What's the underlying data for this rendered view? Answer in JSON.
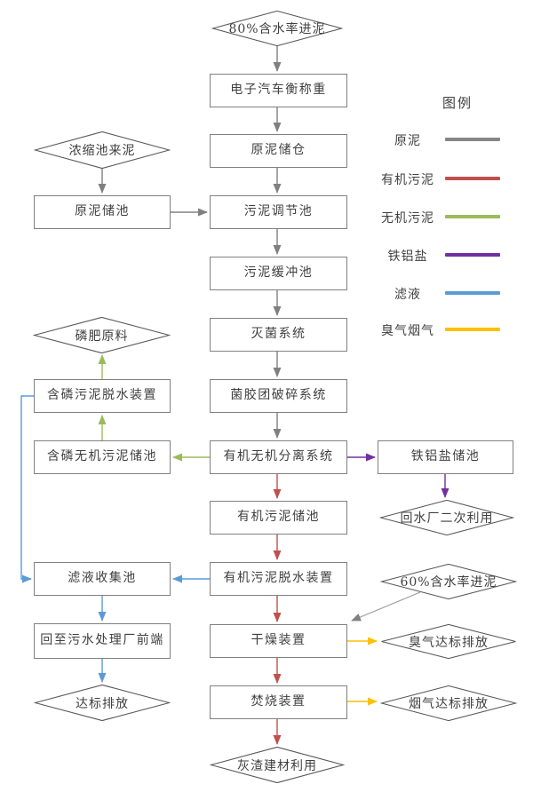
{
  "legend": {
    "title": "图例",
    "items": [
      {
        "label": "原泥",
        "color": "#878787"
      },
      {
        "label": "有机污泥",
        "color": "#C0504D"
      },
      {
        "label": "无机污泥",
        "color": "#9BBB59"
      },
      {
        "label": "铁铝盐",
        "color": "#7030A0"
      },
      {
        "label": "滤液",
        "color": "#5B9BD5"
      },
      {
        "label": "臭气烟气",
        "color": "#FFC000"
      }
    ]
  },
  "nodes": {
    "inlet80": "80%含水率进泥",
    "truck_scale": "电子汽车衡称重",
    "raw_sludge_bin": "原泥储仓",
    "thickener_inlet": "浓缩池来泥",
    "raw_sludge_pool": "原泥储池",
    "adjust_pool": "污泥调节池",
    "buffer_pool": "污泥缓冲池",
    "sterilization": "灭菌系统",
    "floc_breaking": "菌胶团破碎系统",
    "separation": "有机无机分离系统",
    "phos_fertilizer": "磷肥原料",
    "phos_dewatering": "含磷污泥脱水装置",
    "phos_inorganic_pool": "含磷无机污泥储池",
    "iron_salt_pool": "铁铝盐储池",
    "water_plant_reuse": "回水厂二次利用",
    "organic_pool": "有机污泥储池",
    "filtrate_pool": "滤液收集池",
    "organic_dewatering": "有机污泥脱水装置",
    "inlet60": "60%含水率进泥",
    "return_front": "回至污水处理厂前端",
    "dryer": "干燥装置",
    "odor_discharge": "臭气达标排放",
    "standard_discharge": "达标排放",
    "incinerator": "焚烧装置",
    "flue_discharge": "烟气达标排放",
    "ash_reuse": "灰渣建材利用"
  },
  "edges": [
    {
      "from": "inlet80",
      "to": "truck_scale",
      "stream": "原泥"
    },
    {
      "from": "truck_scale",
      "to": "raw_sludge_bin",
      "stream": "原泥"
    },
    {
      "from": "raw_sludge_bin",
      "to": "adjust_pool",
      "stream": "原泥"
    },
    {
      "from": "thickener_inlet",
      "to": "raw_sludge_pool",
      "stream": "原泥"
    },
    {
      "from": "raw_sludge_pool",
      "to": "adjust_pool",
      "stream": "原泥"
    },
    {
      "from": "adjust_pool",
      "to": "buffer_pool",
      "stream": "原泥"
    },
    {
      "from": "buffer_pool",
      "to": "sterilization",
      "stream": "原泥"
    },
    {
      "from": "sterilization",
      "to": "floc_breaking",
      "stream": "原泥"
    },
    {
      "from": "floc_breaking",
      "to": "separation",
      "stream": "原泥"
    },
    {
      "from": "inlet60",
      "to": "dryer",
      "stream": "原泥"
    },
    {
      "from": "separation",
      "to": "organic_pool",
      "stream": "有机污泥"
    },
    {
      "from": "organic_pool",
      "to": "organic_dewatering",
      "stream": "有机污泥"
    },
    {
      "from": "organic_dewatering",
      "to": "dryer",
      "stream": "有机污泥"
    },
    {
      "from": "dryer",
      "to": "incinerator",
      "stream": "有机污泥"
    },
    {
      "from": "incinerator",
      "to": "ash_reuse",
      "stream": "有机污泥"
    },
    {
      "from": "separation",
      "to": "phos_inorganic_pool",
      "stream": "无机污泥"
    },
    {
      "from": "phos_inorganic_pool",
      "to": "phos_dewatering",
      "stream": "无机污泥"
    },
    {
      "from": "phos_dewatering",
      "to": "phos_fertilizer",
      "stream": "无机污泥"
    },
    {
      "from": "separation",
      "to": "iron_salt_pool",
      "stream": "铁铝盐"
    },
    {
      "from": "iron_salt_pool",
      "to": "water_plant_reuse",
      "stream": "铁铝盐"
    },
    {
      "from": "phos_dewatering",
      "to": "filtrate_pool",
      "stream": "滤液"
    },
    {
      "from": "organic_dewatering",
      "to": "filtrate_pool",
      "stream": "滤液"
    },
    {
      "from": "filtrate_pool",
      "to": "return_front",
      "stream": "滤液"
    },
    {
      "from": "return_front",
      "to": "standard_discharge",
      "stream": "滤液"
    },
    {
      "from": "dryer",
      "to": "odor_discharge",
      "stream": "臭气烟气"
    },
    {
      "from": "incinerator",
      "to": "flue_discharge",
      "stream": "臭气烟气"
    }
  ]
}
